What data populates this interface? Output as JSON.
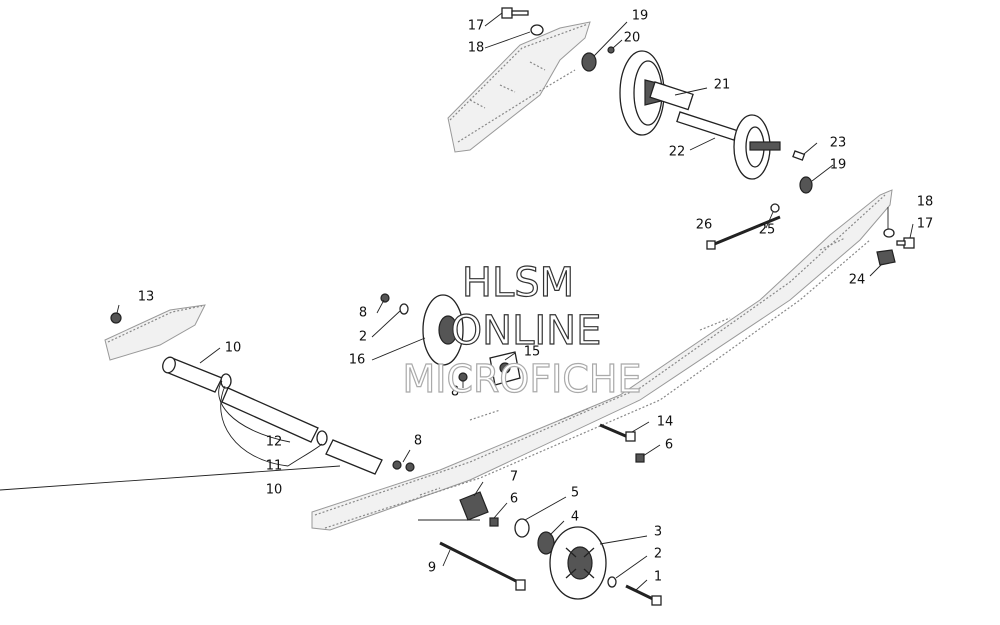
{
  "watermark": {
    "line1": "HLSM",
    "line2": "ONLINE",
    "line3": "MICROFICHE"
  },
  "callouts": {
    "c17a": "17",
    "c18a": "18",
    "c19a": "19",
    "c20": "20",
    "c21": "21",
    "c22": "22",
    "c23": "23",
    "c19b": "19",
    "c18b": "18",
    "c17b": "17",
    "c26": "26",
    "c25": "25",
    "c24": "24",
    "c13": "13",
    "c10a": "10",
    "c8a": "8",
    "c2a": "2",
    "c16": "16",
    "c15": "15",
    "c8b": "8",
    "c14": "14",
    "c6a": "6",
    "c12": "12",
    "c11": "11",
    "c10b": "10",
    "c8c": "8",
    "c7": "7",
    "c6b": "6",
    "c5": "5",
    "c4": "4",
    "c3": "3",
    "c2b": "2",
    "c1": "1",
    "c9": "9"
  }
}
